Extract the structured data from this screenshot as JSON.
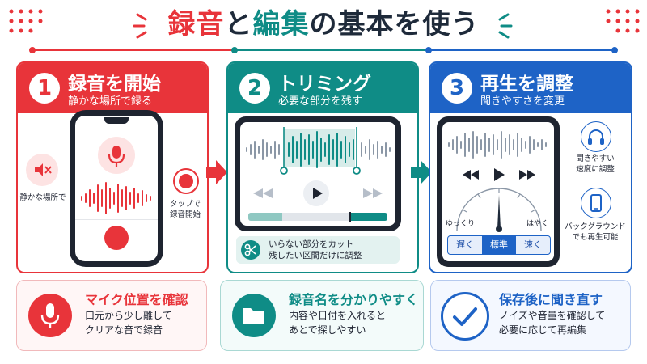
{
  "title": {
    "part1": "録音",
    "part2": "と",
    "part3": "編集",
    "part4": "の基本を使う"
  },
  "colors": {
    "red": "#e8343a",
    "teal": "#0f8c86",
    "blue": "#1e63c6",
    "dark": "#1e2a3a"
  },
  "step1": {
    "number": "1",
    "title": "録音を開始",
    "subtitle": "静かな場所で録る",
    "left_label": "静かな場所で",
    "right_label_1": "タップで",
    "right_label_2": "録音開始"
  },
  "step2": {
    "number": "2",
    "title": "トリミング",
    "subtitle": "必要な部分を残す",
    "tip_line1": "いらない部分をカット",
    "tip_line2": "残したい区間だけに調整"
  },
  "step3": {
    "number": "3",
    "title": "再生を調整",
    "subtitle": "聞きやすさを変更",
    "slow_label": "ゆっくり",
    "fast_label": "はやく",
    "speed_options": [
      "遅く",
      "標準",
      "速く"
    ],
    "side1_line1": "聞きやすい",
    "side1_line2": "速度に調整",
    "side2_line1": "バックグラウンド",
    "side2_line2": "でも再生可能"
  },
  "tips": [
    {
      "title": "マイク位置を確認",
      "line1": "口元から少し離して",
      "line2": "クリアな音で録音"
    },
    {
      "title": "録音名を分かりやすく",
      "line1": "内容や日付を入れると",
      "line2": "あとで探しやすい"
    },
    {
      "title": "保存後に聞き直す",
      "line1": "ノイズや音量を確認して",
      "line2": "必要に応じて再編集"
    }
  ]
}
